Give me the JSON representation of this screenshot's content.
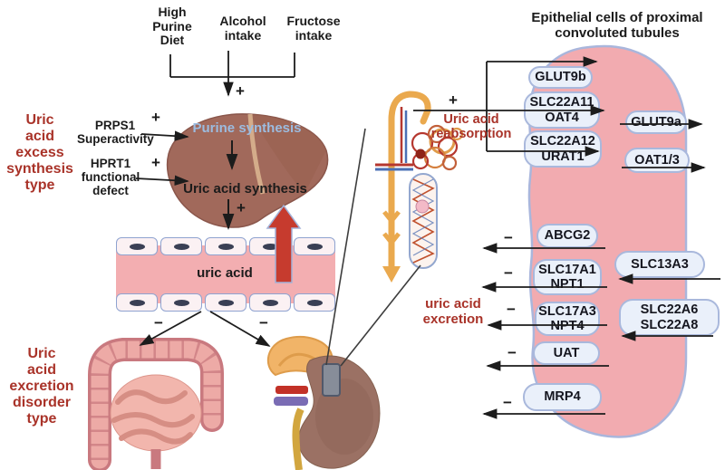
{
  "signs": {
    "plus": "+",
    "minus": "−"
  },
  "top_inputs": {
    "high_purine": "High\nPurine\nDiet",
    "alcohol": "Alcohol\nintake",
    "fructose": "Fructose\nintake"
  },
  "left_panel": {
    "excess_type": "Uric\nacid\nexcess\nsynthesis\ntype",
    "prps1": "PRPS1\nSuperactivity",
    "hprt1": "HPRT1\nfunctional\ndefect",
    "excretion_disorder": "Uric\nacid\nexcretion\ndisorder\ntype"
  },
  "liver": {
    "purine_synthesis": "Purine synthesis",
    "uric_acid_synthesis": "Uric acid synthesis"
  },
  "vessel": {
    "label": "uric acid"
  },
  "kidney_panel": {
    "reabsorption": "Uric acid\nreabsorption",
    "excretion": "uric acid\nexcretion"
  },
  "cell": {
    "title": "Epithelial cells of proximal\nconvoluted tubules",
    "apical": [
      {
        "label": "GLUT9b"
      },
      {
        "label": "SLC22A11\nOAT4"
      },
      {
        "label": "SLC22A12\nURAT1"
      },
      {
        "label": "ABCG2"
      },
      {
        "label": "SLC17A1\nNPT1"
      },
      {
        "label": "SLC17A3\nNPT4"
      },
      {
        "label": "UAT"
      },
      {
        "label": "MRP4"
      }
    ],
    "basolateral": [
      {
        "label": "GLUT9a"
      },
      {
        "label": "OAT1/3"
      },
      {
        "label": "SLC13A3"
      },
      {
        "label": "SLC22A6\nSLC22A8"
      }
    ]
  },
  "colors": {
    "red_text": "#a93329",
    "red_arrow": "#c63b2e",
    "cell_fill": "#f2abb0",
    "pill_fill": "#eaf0fa",
    "pill_border": "#a9b8dc"
  }
}
